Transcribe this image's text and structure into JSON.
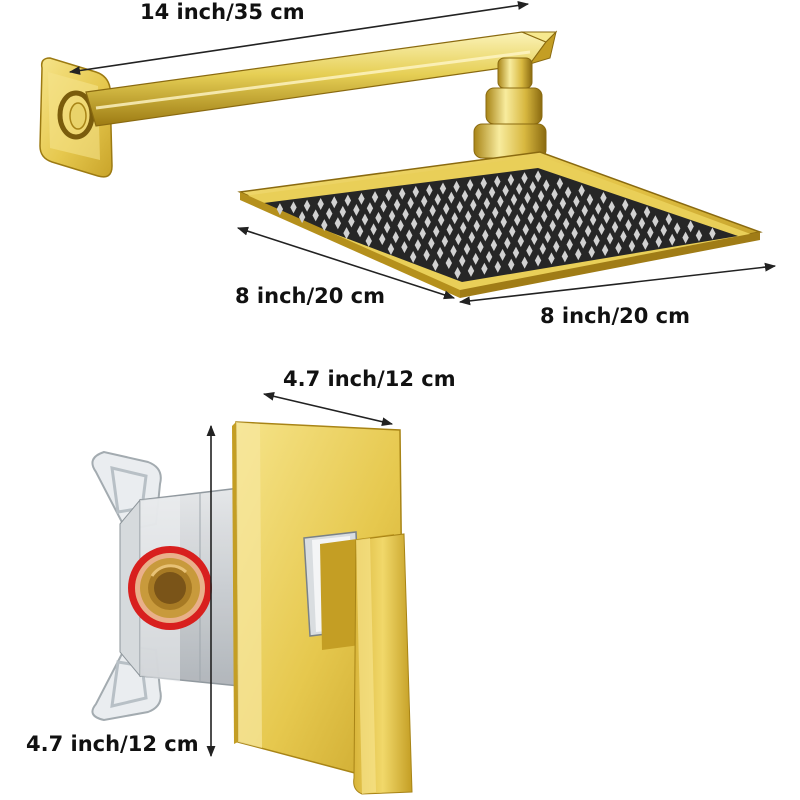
{
  "dimensions": {
    "arm_length": "14 inch/35 cm",
    "head_depth": "8 inch/20 cm",
    "head_width": "8 inch/20 cm",
    "valve_width": "4.7 inch/12 cm",
    "valve_height": "4.7 inch/12 cm"
  },
  "colors": {
    "gold_light": "#f7ec9c",
    "gold_mid": "#e2c84a",
    "gold_dark": "#a88416",
    "face_dark": "#262626",
    "nozzle": "#d2d2d2",
    "brass": "#c89a3c",
    "seal_red": "#d8201e"
  }
}
